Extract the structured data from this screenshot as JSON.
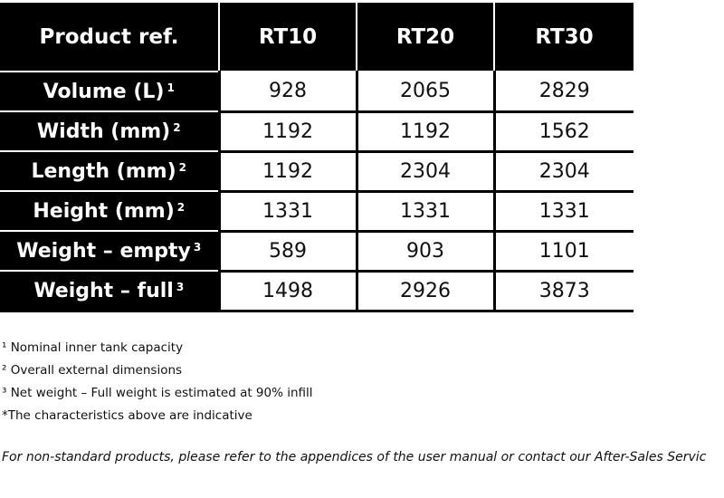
{
  "table": {
    "header": [
      "Product ref.",
      "RT10",
      "RT20",
      "RT30"
    ],
    "rows": [
      {
        "label": "Volume (L)",
        "note": "1",
        "values": [
          "928",
          "2065",
          "2829"
        ]
      },
      {
        "label": "Width (mm)",
        "note": "2",
        "values": [
          "1192",
          "1192",
          "1562"
        ]
      },
      {
        "label": "Length (mm)",
        "note": "2",
        "values": [
          "1192",
          "2304",
          "2304"
        ]
      },
      {
        "label": "Height (mm)",
        "note": "2",
        "values": [
          "1331",
          "1331",
          "1331"
        ]
      },
      {
        "label": "Weight – empty",
        "note": "3",
        "values": [
          "589",
          "903",
          "1101"
        ]
      },
      {
        "label": "Weight – full",
        "note": "3",
        "values": [
          "1498",
          "2926",
          "3873"
        ]
      }
    ]
  },
  "notes": [
    "¹ Nominal inner tank capacity",
    "² Overall external dimensions",
    "³ Net weight – Full weight is estimated at 90% infill",
    "*The characteristics above are indicative"
  ],
  "footer": "For non-standard products, please refer to the appendices of the user manual or contact our After-Sales Servic"
}
